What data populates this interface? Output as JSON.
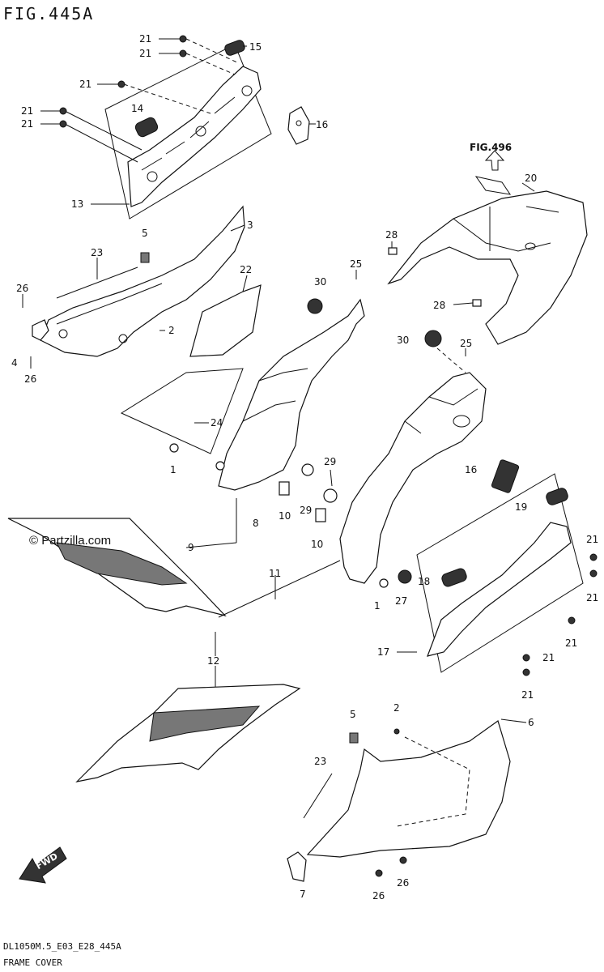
{
  "figure": {
    "title": "FIG.445A",
    "ref_label": "FIG.496",
    "watermark": "© Partzilla.com",
    "fwd_label": "FWD",
    "footer_code": "DL1050M.5_E03_E28_445A",
    "footer_title": "FRAME COVER"
  },
  "labels": [
    {
      "id": "21a",
      "text": "21"
    },
    {
      "id": "21b",
      "text": "21"
    },
    {
      "id": "15",
      "text": "15"
    },
    {
      "id": "21c",
      "text": "21"
    },
    {
      "id": "21d",
      "text": "21"
    },
    {
      "id": "21e",
      "text": "21"
    },
    {
      "id": "14",
      "text": "14"
    },
    {
      "id": "16",
      "text": "16"
    },
    {
      "id": "13",
      "text": "13"
    },
    {
      "id": "20",
      "text": "20"
    },
    {
      "id": "3",
      "text": "3"
    },
    {
      "id": "28a",
      "text": "28"
    },
    {
      "id": "5a",
      "text": "5"
    },
    {
      "id": "23a",
      "text": "23"
    },
    {
      "id": "22",
      "text": "22"
    },
    {
      "id": "25a",
      "text": "25"
    },
    {
      "id": "26a",
      "text": "26"
    },
    {
      "id": "30a",
      "text": "30"
    },
    {
      "id": "28b",
      "text": "28"
    },
    {
      "id": "4",
      "text": "4"
    },
    {
      "id": "2a",
      "text": "2"
    },
    {
      "id": "30b",
      "text": "30"
    },
    {
      "id": "25b",
      "text": "25"
    },
    {
      "id": "26b",
      "text": "26"
    },
    {
      "id": "24",
      "text": "24"
    },
    {
      "id": "1a",
      "text": "1"
    },
    {
      "id": "29a",
      "text": "29"
    },
    {
      "id": "16b",
      "text": "16"
    },
    {
      "id": "10a",
      "text": "10"
    },
    {
      "id": "29b",
      "text": "29"
    },
    {
      "id": "19",
      "text": "19"
    },
    {
      "id": "8",
      "text": "8"
    },
    {
      "id": "10b",
      "text": "10"
    },
    {
      "id": "9",
      "text": "9"
    },
    {
      "id": "21f",
      "text": "21"
    },
    {
      "id": "11",
      "text": "11"
    },
    {
      "id": "18",
      "text": "18"
    },
    {
      "id": "21g",
      "text": "21"
    },
    {
      "id": "1b",
      "text": "1"
    },
    {
      "id": "27",
      "text": "27"
    },
    {
      "id": "21h",
      "text": "21"
    },
    {
      "id": "17",
      "text": "17"
    },
    {
      "id": "21i",
      "text": "21"
    },
    {
      "id": "12",
      "text": "12"
    },
    {
      "id": "21j",
      "text": "21"
    },
    {
      "id": "2b",
      "text": "2"
    },
    {
      "id": "5b",
      "text": "5"
    },
    {
      "id": "6",
      "text": "6"
    },
    {
      "id": "23b",
      "text": "23"
    },
    {
      "id": "26c",
      "text": "26"
    },
    {
      "id": "7",
      "text": "7"
    },
    {
      "id": "26d",
      "text": "26"
    }
  ]
}
